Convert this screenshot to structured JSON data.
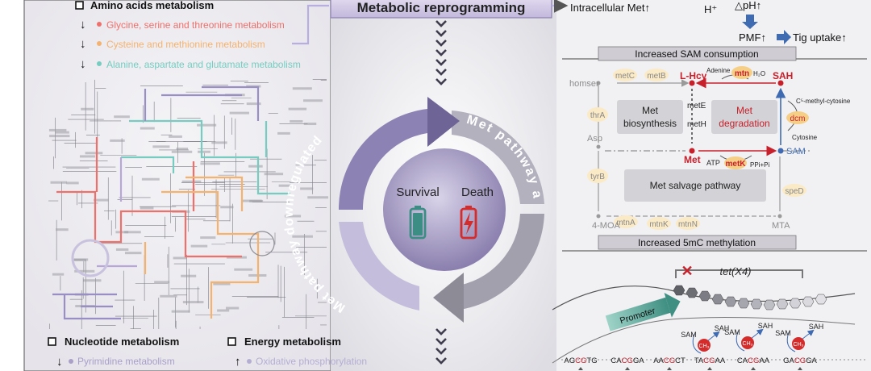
{
  "title": "Metabolic reprogramming",
  "left": {
    "amino_acids": {
      "heading": "Amino acids metabolism",
      "items": [
        {
          "arrow": "↓",
          "label": "Glycine, serine and threonine metabolism",
          "color": "#ef6f6a"
        },
        {
          "arrow": "↓",
          "label": "Cysteine and methionine metabolism",
          "color": "#f5b26e"
        },
        {
          "arrow": "↓",
          "label": "Alanine, aspartate and glutamate metabolism",
          "color": "#76ccc0"
        }
      ]
    },
    "nucleotide": {
      "heading": "Nucleotide metabolism",
      "items": [
        {
          "arrow": "↓",
          "label": "Pyrimidine metabolism",
          "color": "#a99fc9"
        }
      ]
    },
    "energy": {
      "heading": "Energy metabolism",
      "items": [
        {
          "arrow": "↑",
          "label": "Oxidative phosphorylation",
          "color": "#b5aed3"
        }
      ]
    }
  },
  "center": {
    "survival": "Survival",
    "death": "Death",
    "arc_top": "Met pathway activated",
    "arc_left": "Met pathway downregulated"
  },
  "top_right": {
    "intracellular": "Intracellular Met↑",
    "hplus": "H⁺",
    "delta_ph": "△pH↑",
    "pmf": "PMF↑",
    "tig": "Tig uptake↑"
  },
  "sam_panel": {
    "heading": "Increased SAM consumption",
    "labels": {
      "homser": "homser",
      "asp": "Asp",
      "moa": "4-MOA",
      "mta": "MTA",
      "lhcy": "L-Hcy",
      "sah": "SAH",
      "met": "Met",
      "sam": "SAM",
      "adenine": "Adenine",
      "h2o": "H₂O",
      "mtn": "mtn",
      "metC": "metC",
      "metB": "metB",
      "thrA": "thrA",
      "tyrB": "tyrB",
      "speD": "speD",
      "metE": "metE",
      "metH": "metH",
      "metK": "metK",
      "atp": "ATP",
      "ppi": "PPi+Pi",
      "dcm": "dcm",
      "c5": "C⁵-methyl-cytosine",
      "cytosine": "Cytosine",
      "mtnA": "mtnA",
      "mtnK": "mtnK",
      "mtnN": "mtnN"
    },
    "boxes": {
      "biosynth": [
        "Met",
        "biosynthesis"
      ],
      "degradation": [
        "Met",
        "degradation"
      ],
      "salvage": "Met salvage pathway"
    }
  },
  "meth_panel": {
    "heading": "Increased 5mC methylation",
    "tet": "tet(X4)",
    "promoter": "Promoter",
    "sam": "SAM",
    "sah": "SAH",
    "ch3": "CH₃",
    "sequences": [
      "AGCGTG",
      "CACGGA",
      "AACGCT",
      "TACGAA",
      "CACGAA",
      "GACGGA"
    ]
  }
}
